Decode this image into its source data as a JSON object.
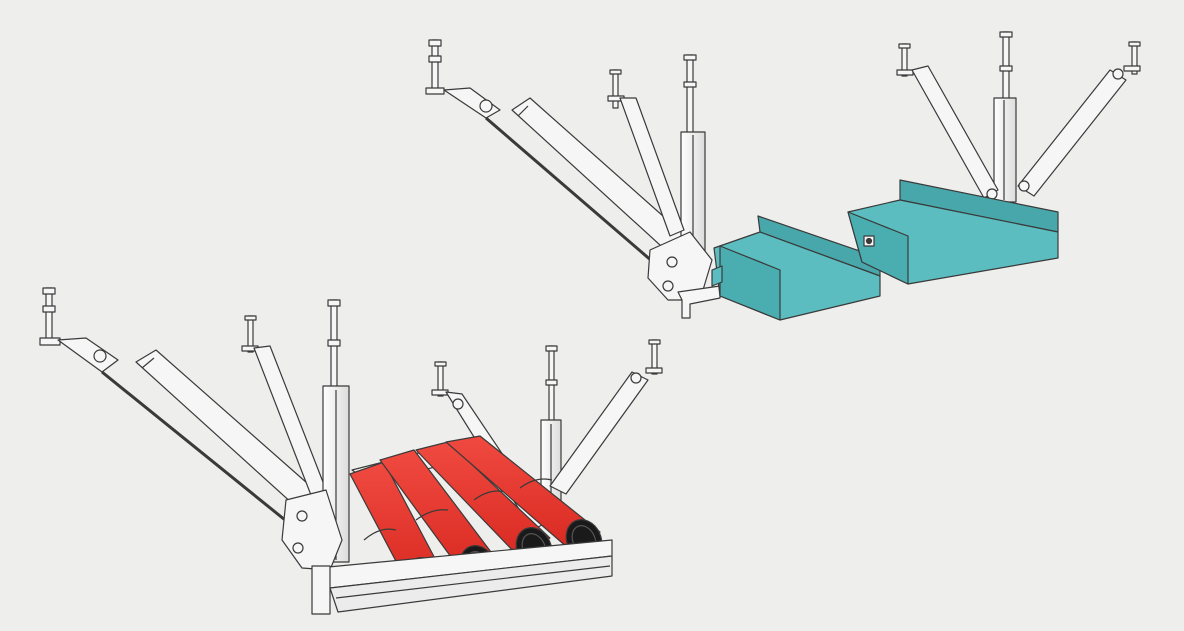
{
  "scene": {
    "background": "#eeeeed",
    "line_color": "#3a3a3a",
    "metal_color": "#f6f6f6",
    "metal_shade": "#d8d8d8",
    "pipe_color": "#e8342c",
    "pipe_end_color": "#1a1a1a",
    "tray_color": "#5bbdc0",
    "tray_shade": "#48a7aa"
  },
  "assemblies": [
    {
      "name": "pipe-support-assembly",
      "pipe_count": 4
    },
    {
      "name": "cable-tray-support-assembly",
      "tray_count": 2
    }
  ]
}
